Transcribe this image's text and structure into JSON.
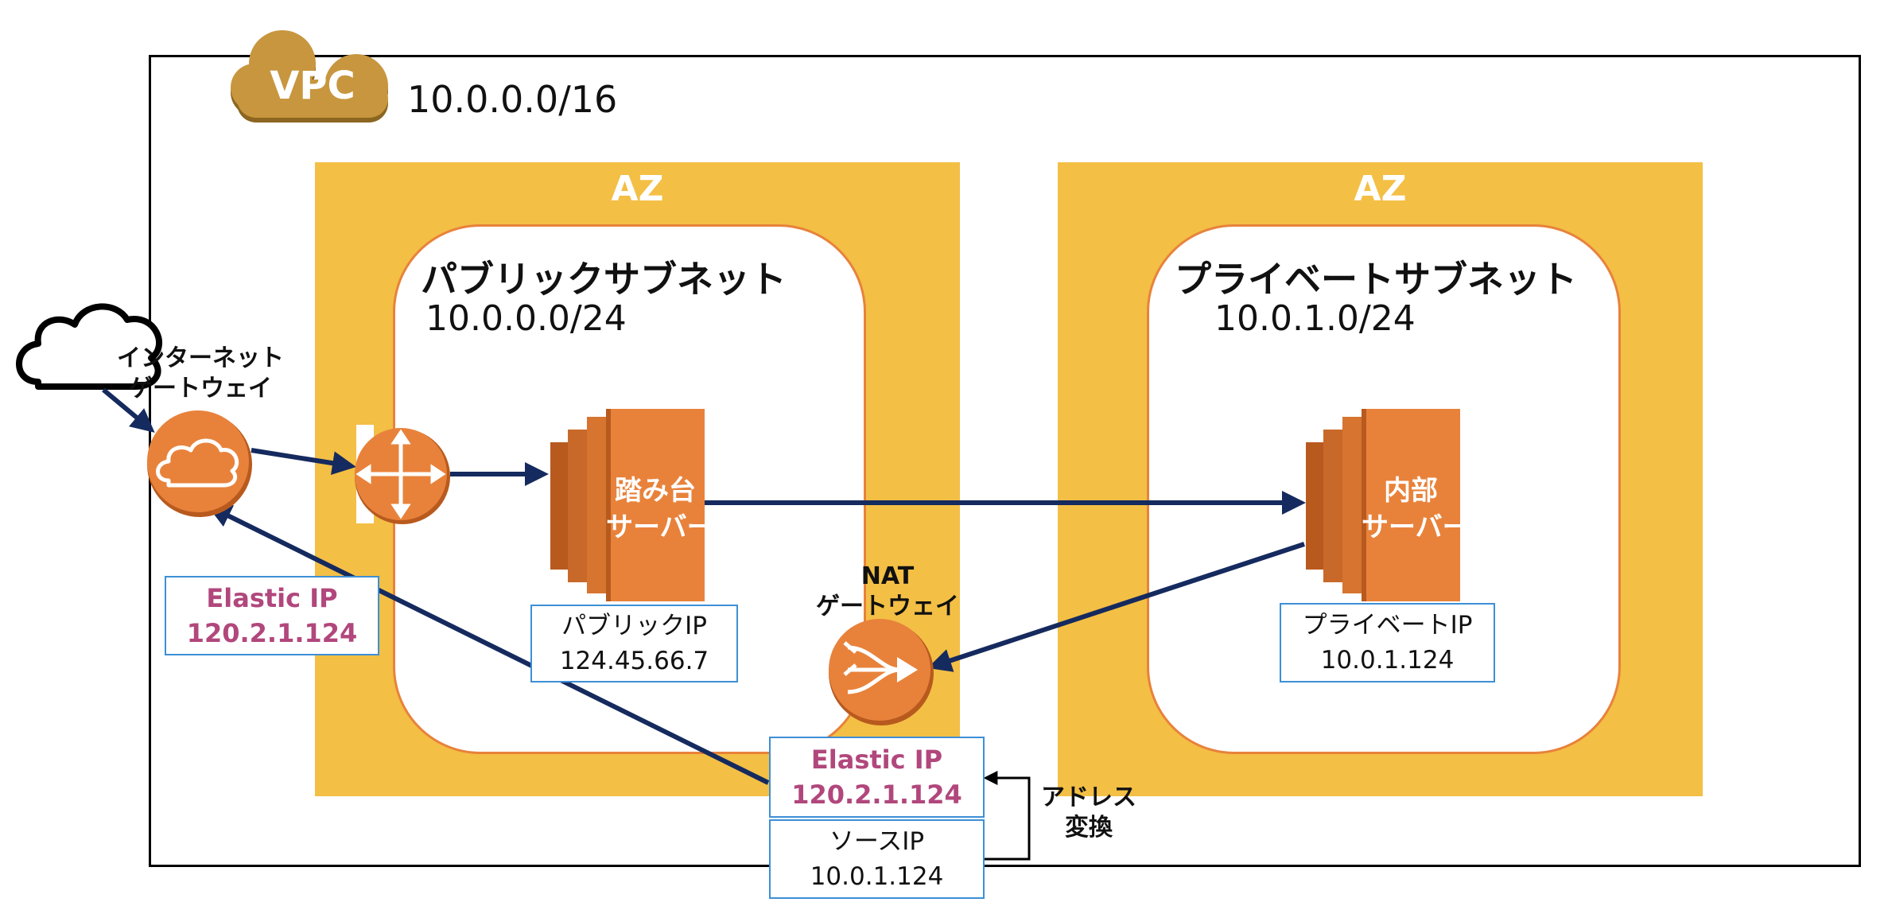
{
  "vpc": {
    "icon_name": "vpc-cloud-icon",
    "icon_text": "VPC",
    "cidr": "10.0.0.0/16"
  },
  "az_left": {
    "label": "AZ",
    "subnet": {
      "title": "パブリックサブネット",
      "cidr": "10.0.0.0/24"
    }
  },
  "az_right": {
    "label": "AZ",
    "subnet": {
      "title": "プライベートサブネット",
      "cidr": "10.0.1.0/24"
    }
  },
  "internet_gateway": {
    "icon_name": "internet-gateway-icon",
    "label_line1": "インターネット",
    "label_line2": "ゲートウェイ",
    "eip_label": "Elastic IP",
    "eip_value": "120.2.1.124"
  },
  "internet_cloud": {
    "icon_name": "internet-cloud-icon"
  },
  "router": {
    "icon_name": "router-icon"
  },
  "bastion_server": {
    "icon_name": "ec2-instance-icon",
    "label_line1": "踏み台",
    "label_line2": "サーバー",
    "ip_label": "パブリックIP",
    "ip_value": "124.45.66.7"
  },
  "internal_server": {
    "icon_name": "ec2-instance-icon",
    "label_line1": "内部",
    "label_line2": "サーバー",
    "ip_label": "プライベートIP",
    "ip_value": "10.0.1.124"
  },
  "nat_gateway": {
    "icon_name": "nat-gateway-icon",
    "label_line1": "NAT",
    "label_line2": "ゲートウェイ",
    "eip_label": "Elastic IP",
    "eip_value": "120.2.1.124",
    "source_label": "ソースIP",
    "source_value": "10.0.1.124",
    "translation_line1": "アドレス",
    "translation_line2": "変換"
  },
  "colors": {
    "az_fill": "#f3bf45",
    "subnet_border": "#e8823b",
    "aws_orange": "#e8823b",
    "aws_orange_dark": "#b85a1e",
    "arrow_navy": "#152a5e",
    "elastic_ip_text": "#b1477c",
    "info_border": "#3d8fd6",
    "vpc_gold": "#c7963e"
  }
}
